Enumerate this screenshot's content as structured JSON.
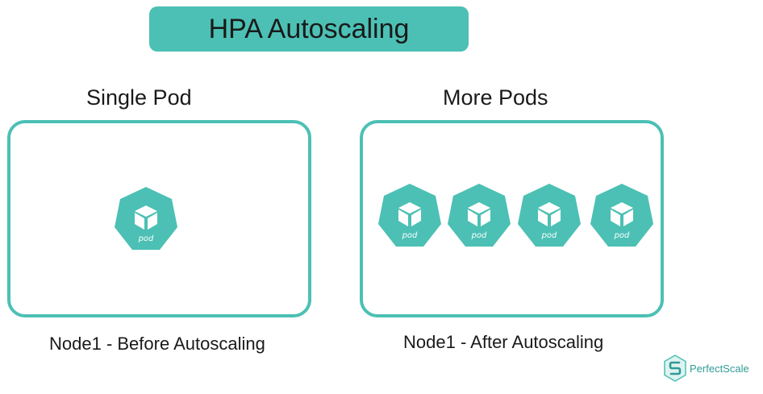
{
  "title": "HPA Autoscaling",
  "left_panel": {
    "heading": "Single Pod",
    "caption": "Node1 - Before Autoscaling",
    "pods": [
      {
        "label": "pod"
      }
    ]
  },
  "right_panel": {
    "heading": "More Pods",
    "caption": "Node1 - After Autoscaling",
    "pods": [
      {
        "label": "pod"
      },
      {
        "label": "pod"
      },
      {
        "label": "pod"
      },
      {
        "label": "pod"
      }
    ]
  },
  "brand": {
    "name": "PerfectScale",
    "icon": "perfectscale-logo-icon"
  },
  "colors": {
    "accent": "#4cc0b4",
    "text": "#1a1a1a",
    "brand": "#2f9c95"
  }
}
